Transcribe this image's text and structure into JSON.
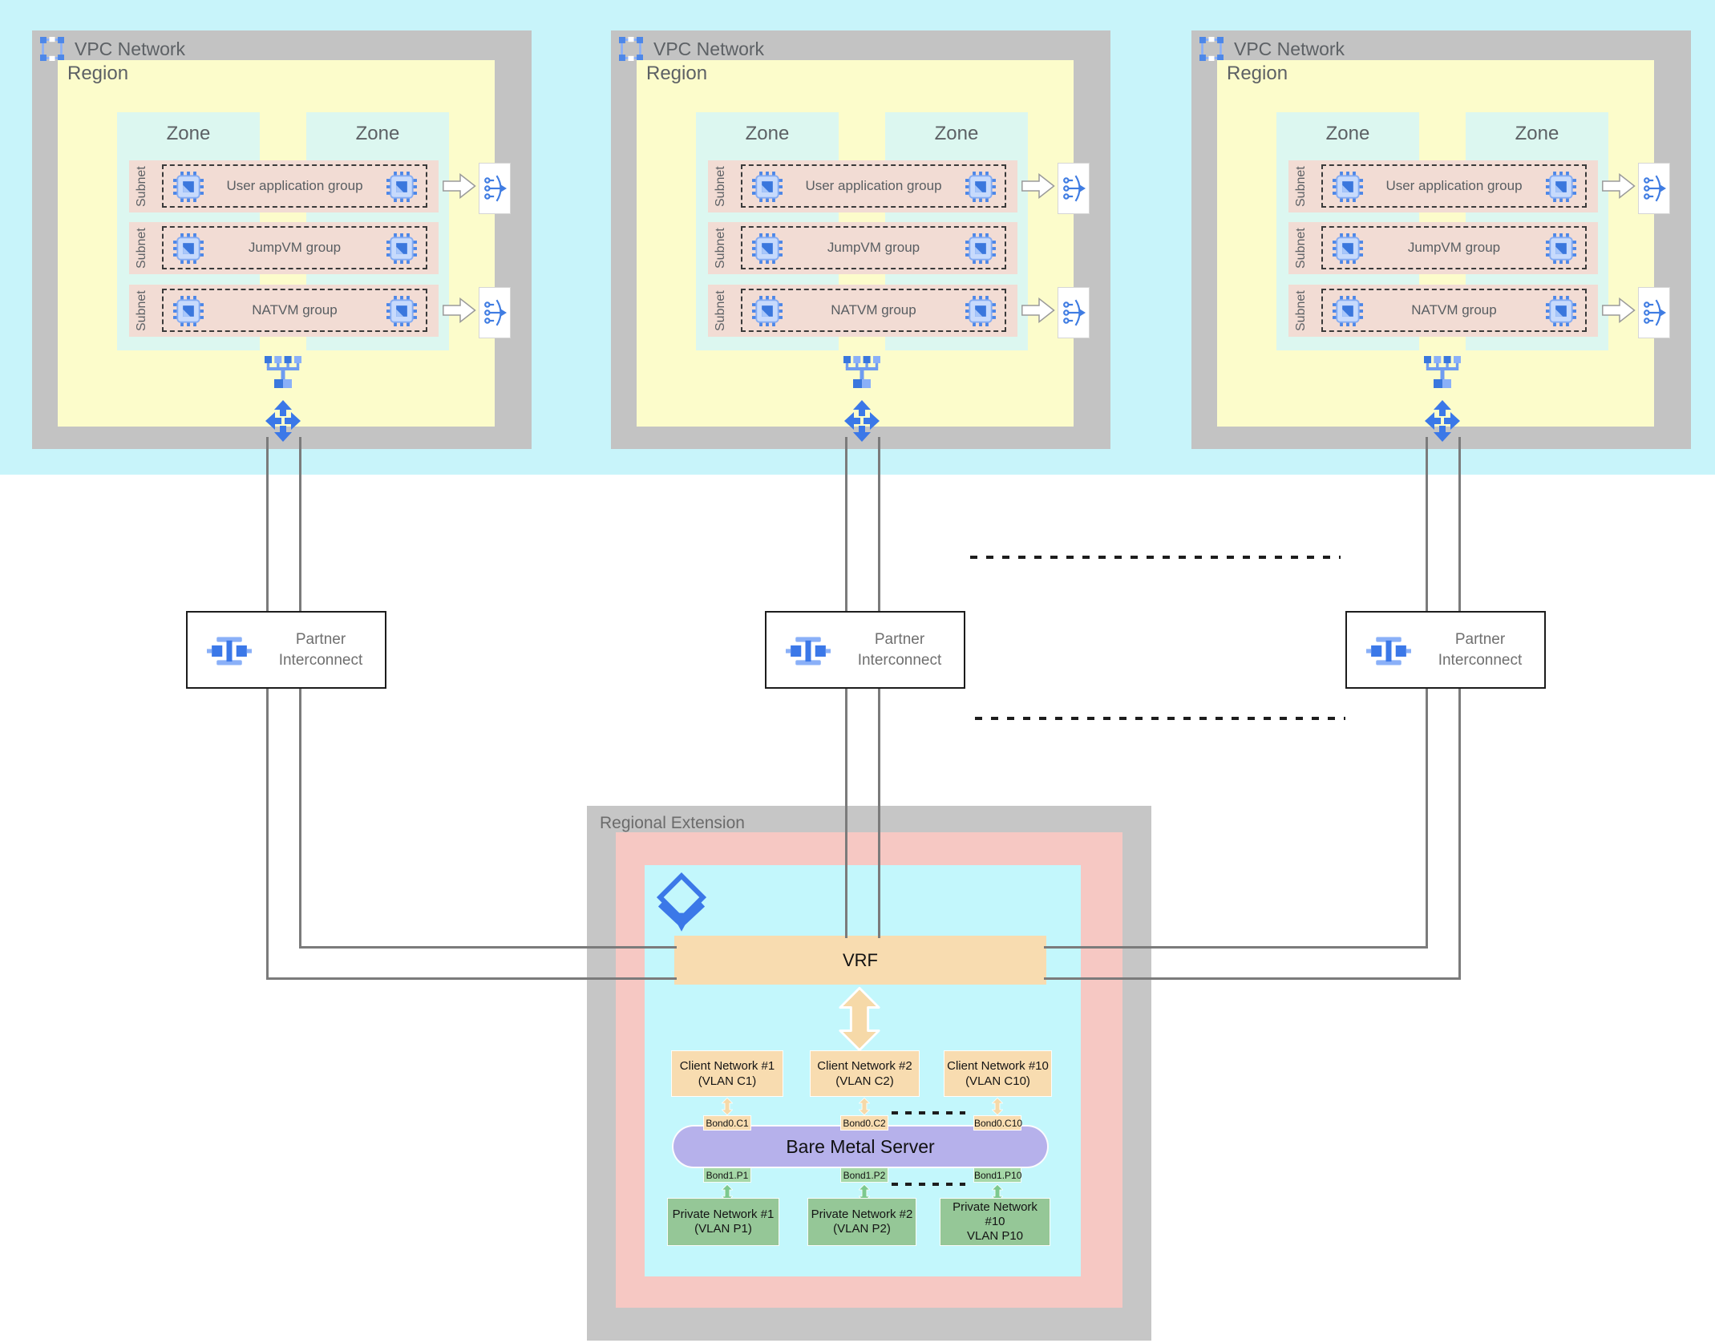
{
  "colors": {
    "top_band_cyan": "#c8f4fa",
    "frame_gray": "#c3c3c3",
    "region_yellow": "#fcfccb",
    "zone_mint": "#dcf7f0",
    "subnet_salmon": "#f2dcd4",
    "connector_gray": "#7b7b7b",
    "accent_blue": "#3b78e8",
    "light_blue": "#8ab0f8",
    "extension_pink": "#f6c8c3",
    "extension_cyan": "#c3f7fc",
    "vrf_tan": "#f8dcb0",
    "server_purple": "#b6b1eb",
    "private_green": "#95c797",
    "bond_green": "#a6d8a8"
  },
  "icons": {
    "vpc-icon": "blue square with corner handles",
    "vm-chip-icon": "blue VM chip with pins",
    "load-balancer-icon": "blue arc with pins and right arrow",
    "network-switch-icon": "blue hub/switch squares",
    "four-way-arrow-icon": "blue move arrows",
    "interconnect-icon": "blue I-beam with side squares",
    "layers-icon": "blue stacked diamond layers",
    "block-arrow-icon": "white right block arrow",
    "double-arrow-icon": "vertical double-headed arrow"
  },
  "vpc": [
    {
      "title": "VPC Network",
      "region": "Region",
      "zone_left": "Zone",
      "zone_right": "Zone",
      "subnets": [
        {
          "side_label": "Subnet",
          "group_label": "User application group"
        },
        {
          "side_label": "Subnet",
          "group_label": "JumpVM group"
        },
        {
          "side_label": "Subnet",
          "group_label": "NATVM group"
        }
      ]
    },
    {
      "title": "VPC Network",
      "region": "Region",
      "zone_left": "Zone",
      "zone_right": "Zone",
      "subnets": [
        {
          "side_label": "Subnet",
          "group_label": "User application group"
        },
        {
          "side_label": "Subnet",
          "group_label": "JumpVM group"
        },
        {
          "side_label": "Subnet",
          "group_label": "NATVM group"
        }
      ]
    },
    {
      "title": "VPC Network",
      "region": "Region",
      "zone_left": "Zone",
      "zone_right": "Zone",
      "subnets": [
        {
          "side_label": "Subnet",
          "group_label": "User application group"
        },
        {
          "side_label": "Subnet",
          "group_label": "JumpVM group"
        },
        {
          "side_label": "Subnet",
          "group_label": "NATVM group"
        }
      ]
    }
  ],
  "interconnect": [
    {
      "line1": "Partner",
      "line2": "Interconnect"
    },
    {
      "line1": "Partner",
      "line2": "Interconnect"
    },
    {
      "line1": "Partner",
      "line2": "Interconnect"
    }
  ],
  "regional_extension": {
    "title": "Regional Extension",
    "vrf": "VRF",
    "client_networks": [
      {
        "line1": "Client Network #1",
        "line2": "(VLAN C1)"
      },
      {
        "line1": "Client Network #2",
        "line2": "(VLAN C2)"
      },
      {
        "line1": "Client Network #10",
        "line2": "(VLAN C10)"
      }
    ],
    "bond0": [
      "Bond0.C1",
      "Bond0.C2",
      "Bond0.C10"
    ],
    "server": "Bare Metal Server",
    "bond1": [
      "Bond1.P1",
      "Bond1.P2",
      "Bond1.P10"
    ],
    "private_networks": [
      {
        "line1": "Private Network #1",
        "line2": "(VLAN P1)",
        "line3": ""
      },
      {
        "line1": "Private Network #2",
        "line2": "(VLAN P2)",
        "line3": ""
      },
      {
        "line1": "Private Network",
        "line2": "#10",
        "line3": "VLAN P10"
      }
    ]
  }
}
